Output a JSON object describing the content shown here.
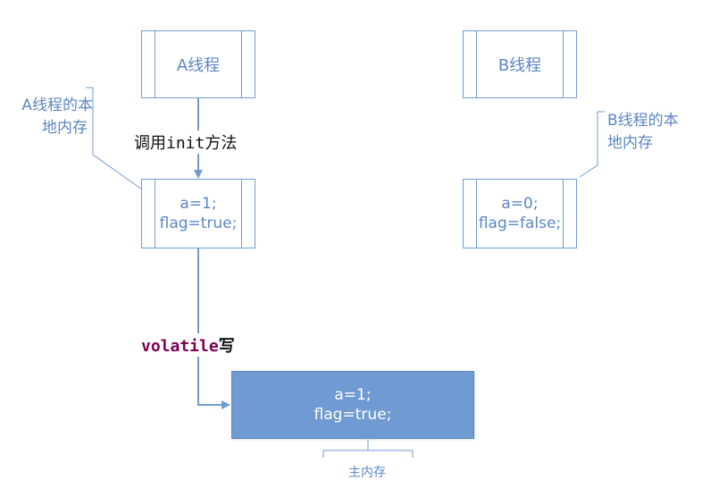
{
  "threads": {
    "a": {
      "title": "A线程"
    },
    "b": {
      "title": "B线程"
    }
  },
  "local_memory": {
    "a": {
      "label_line1": "A线程的本",
      "label_line2": "地内存",
      "line1": "a=1;",
      "line2": "flag=true;"
    },
    "b": {
      "label_line1": "B线程的本",
      "label_line2": "地内存",
      "line1": "a=0;",
      "line2": "flag=false;"
    }
  },
  "arrows": {
    "init_call": {
      "prefix": "调用",
      "code": "init",
      "suffix": "方法"
    },
    "volatile_write": {
      "keyword": "volatile",
      "suffix": "写"
    }
  },
  "main_memory": {
    "line1": "a=1;",
    "line2": "flag=true;",
    "label": "主内存"
  },
  "colors": {
    "line": "#6f9bd2",
    "text_blue": "#5b86c4",
    "main_fill": "#6f9bd2",
    "keyword": "#7f0055"
  }
}
